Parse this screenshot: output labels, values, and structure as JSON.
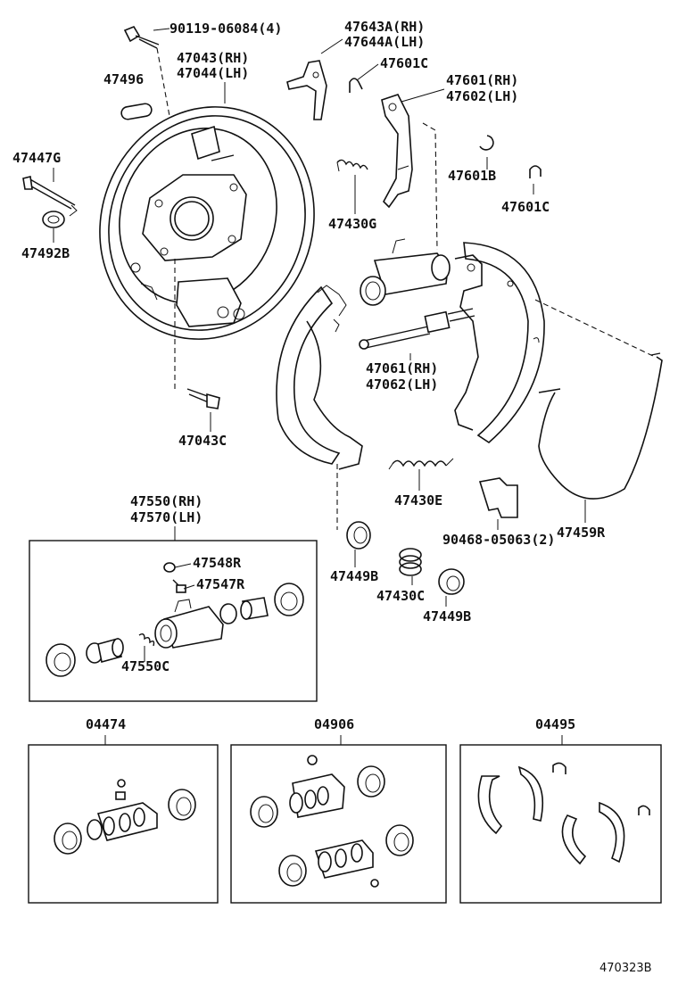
{
  "labels": {
    "l_90119": "90119-06084(4)",
    "l_47643a": "47643A(RH)",
    "l_47644a": "47644A(LH)",
    "l_47043rh": "47043(RH)",
    "l_47044lh": "47044(LH)",
    "l_47496": "47496",
    "l_47601c_top": "47601C",
    "l_47601rh": "47601(RH)",
    "l_47602lh": "47602(LH)",
    "l_47447g": "47447G",
    "l_47601b": "47601B",
    "l_47601c_right": "47601C",
    "l_47492b": "47492B",
    "l_47430g": "47430G",
    "l_47061rh": "47061(RH)",
    "l_47062lh": "47062(LH)",
    "l_47043c": "47043C",
    "l_47430e": "47430E",
    "l_47550rh": "47550(RH)",
    "l_47570lh": "47570(LH)",
    "l_47459r": "47459R",
    "l_90468": "90468-05063(2)",
    "l_47548r": "47548R",
    "l_47547r": "47547R",
    "l_47449b_a": "47449B",
    "l_47430c": "47430C",
    "l_47449b_b": "47449B",
    "l_47550c": "47550C",
    "l_04474": "04474",
    "l_04906": "04906",
    "l_04495": "04495",
    "l_code": "470323B"
  }
}
